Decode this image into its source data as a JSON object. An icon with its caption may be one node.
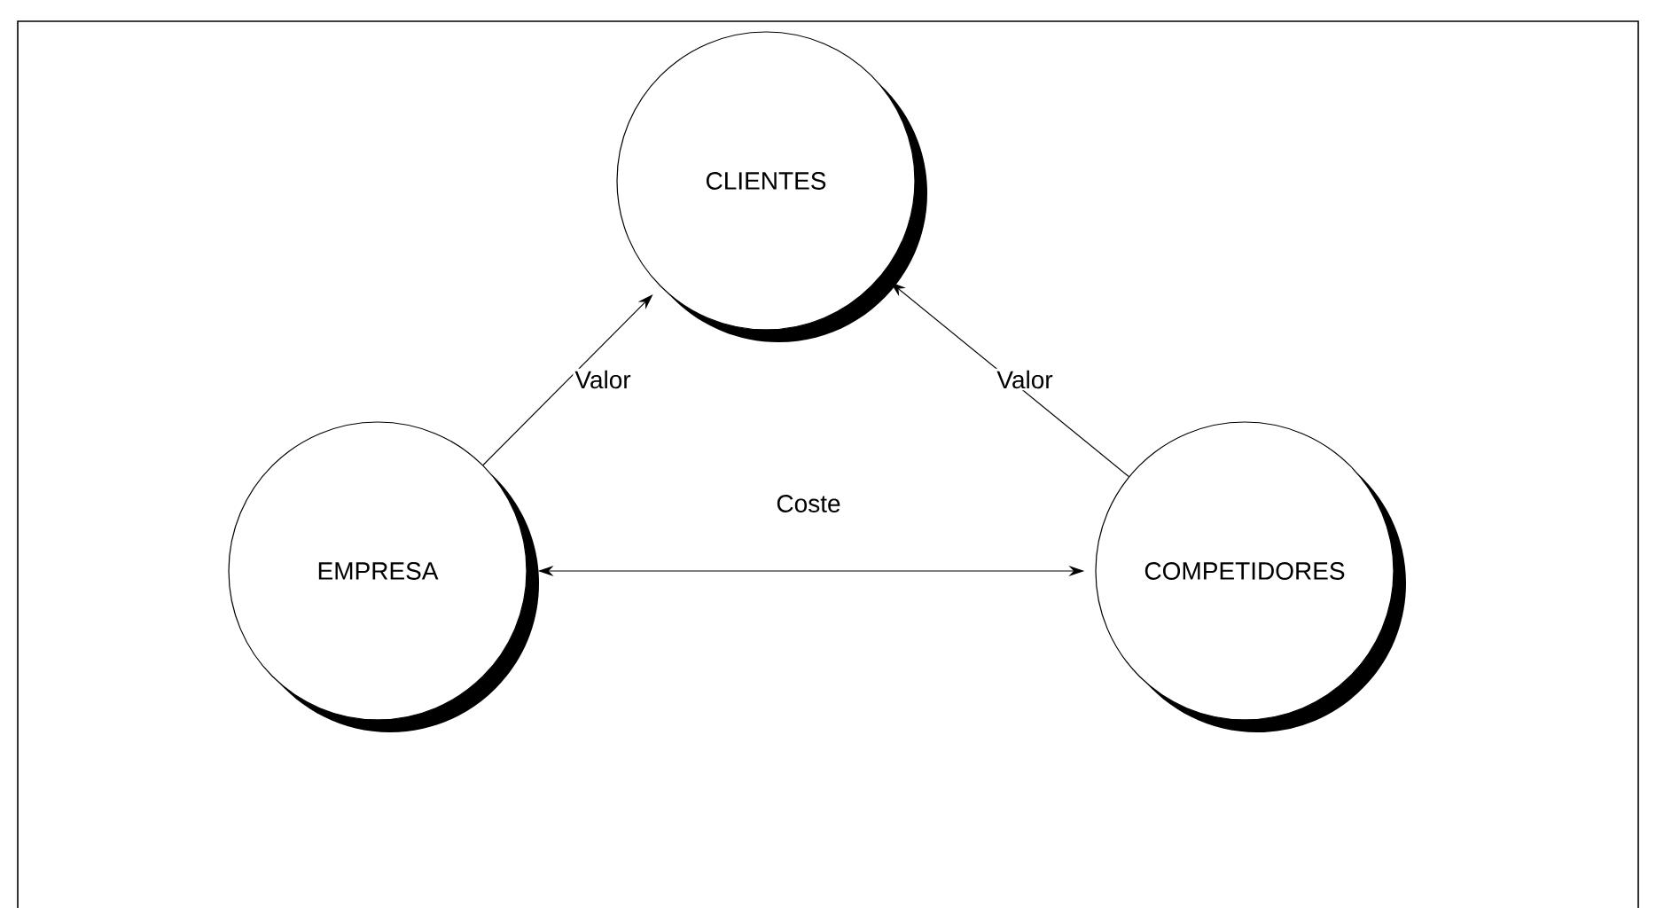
{
  "diagram": {
    "nodes": [
      {
        "text": [
          "CLIENTES"
        ]
      },
      {
        "text": [
          "EMPRESA"
        ]
      },
      {
        "text": [
          "COMPETIDORES"
        ]
      }
    ],
    "edges": [
      {
        "from": 1,
        "to": 0,
        "arrow": "to",
        "label": "Valor"
      },
      {
        "from": 2,
        "to": 0,
        "arrow": "to",
        "label": "Valor"
      },
      {
        "from": 1,
        "to": 2,
        "arrow": "both",
        "label": "Coste"
      }
    ]
  }
}
